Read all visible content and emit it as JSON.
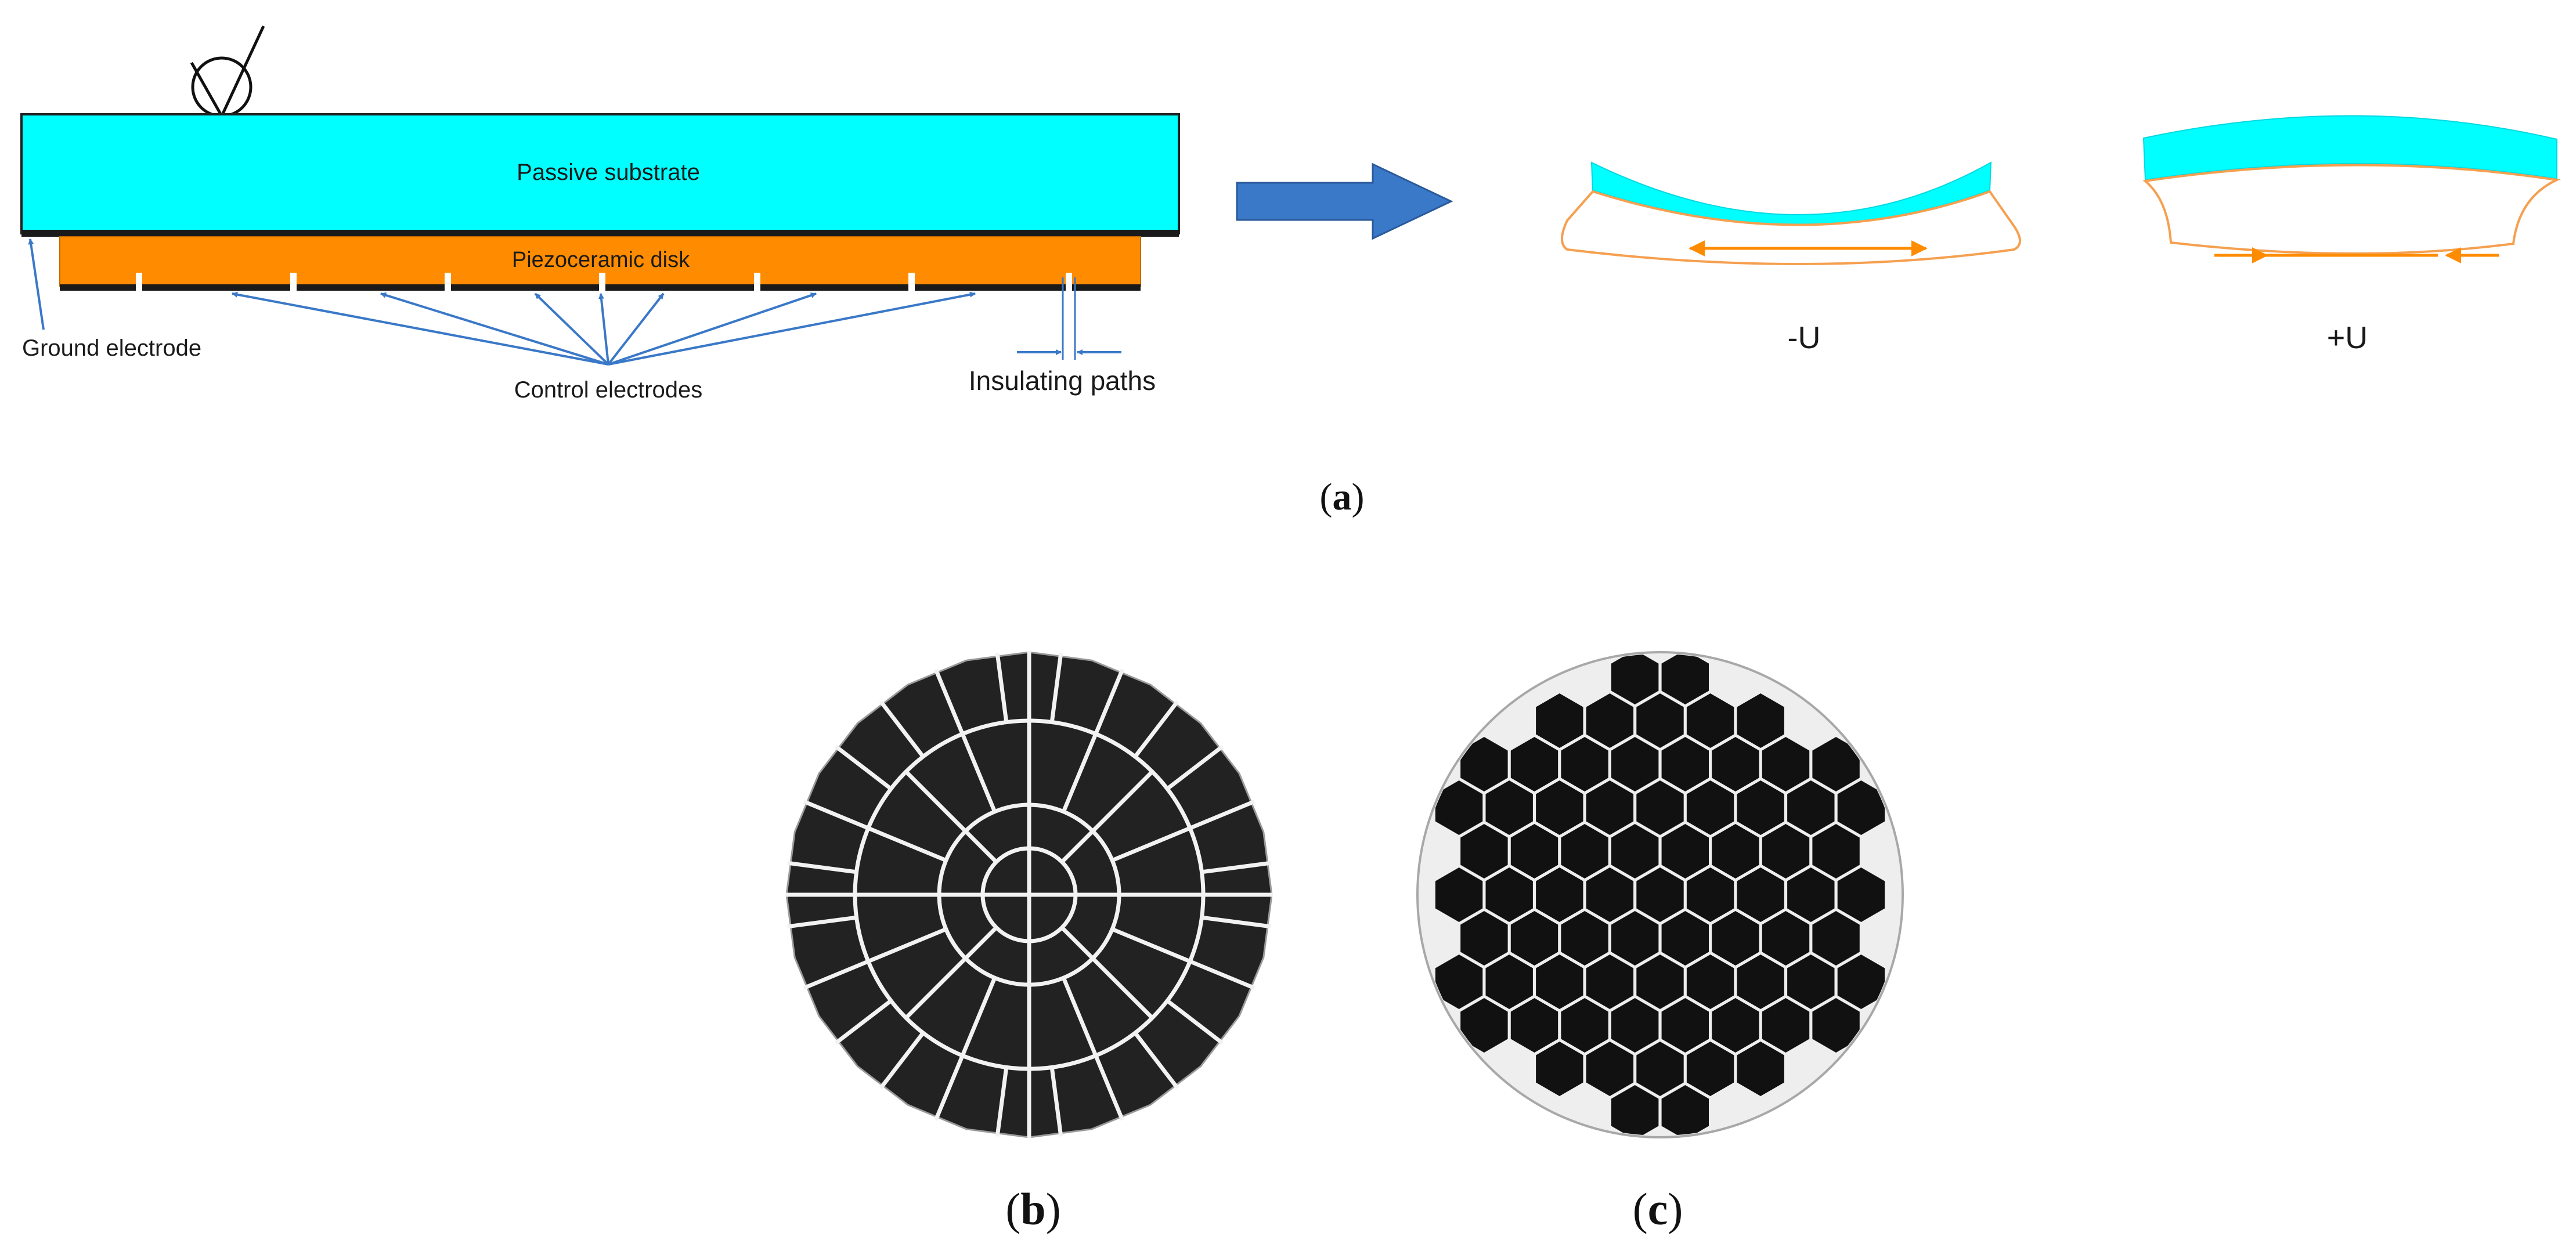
{
  "labels": {
    "passive_substrate": "Passive substrate",
    "piezoceramic_disk": "Piezoceramic disk",
    "ground_electrode": "Ground electrode",
    "control_electrodes": "Control electrodes",
    "insulating_paths": "Insulating paths",
    "minus_u": "-U",
    "plus_u": "+U"
  },
  "captions": {
    "a": "a",
    "b": "b",
    "c": "c"
  },
  "colors": {
    "substrate": "#00ffff",
    "piezo": "#ff8c00",
    "electrode": "#1a1a1a",
    "arrow_blue": "#3a78c8",
    "deform_orange": "#f5a050",
    "disk_fill": "#222222",
    "hex_background": "#eeeeee"
  }
}
